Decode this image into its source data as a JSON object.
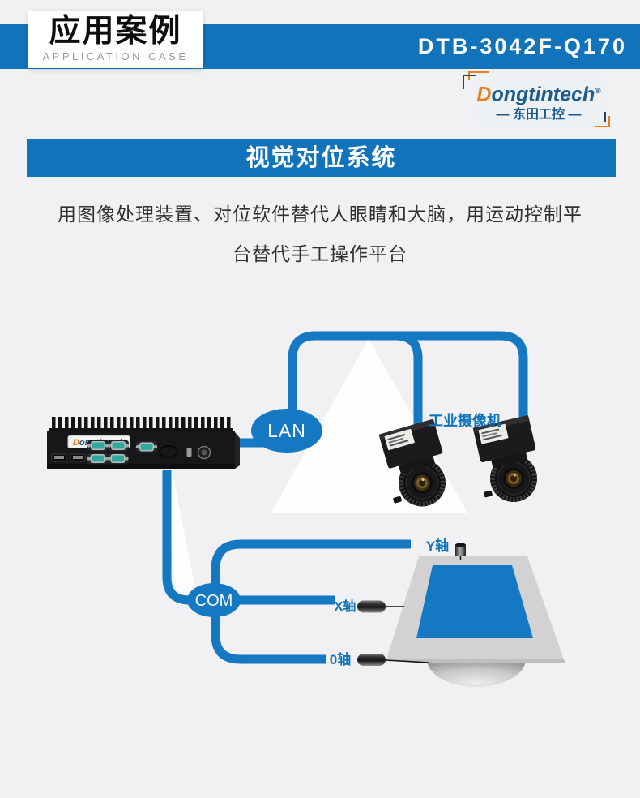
{
  "header": {
    "title_cn": "应用案例",
    "title_en": "APPLICATION CASE",
    "model": "DTB-3042F-Q170"
  },
  "logo": {
    "brand_initial": "D",
    "brand_rest": "ongtintech",
    "registered_mark": "®",
    "brand_cn": "— 东田工控 —"
  },
  "section": {
    "banner_title": "视觉对位系统",
    "desc_line1": "用图像处理装置、对位软件替代人眼睛和大脑，用运动控制平",
    "desc_line2": "台替代手工操作平台"
  },
  "diagram": {
    "lan_label": "LAN",
    "com_label": "COM",
    "camera_label": "工业摄像机",
    "axis_y_label": "Y轴",
    "axis_x_label": "X轴",
    "axis_0_label": "0轴",
    "pc_logo_initial": "D",
    "pc_logo_rest": "ongtintech"
  },
  "colors": {
    "banner_blue": "#1173b9",
    "pipe_blue": "#1478c2",
    "logo_blue": "#1c5a8c",
    "logo_orange": "#e97e1f",
    "bracket_navy": "#2c4257",
    "page_bg": "#f1f1f3"
  }
}
